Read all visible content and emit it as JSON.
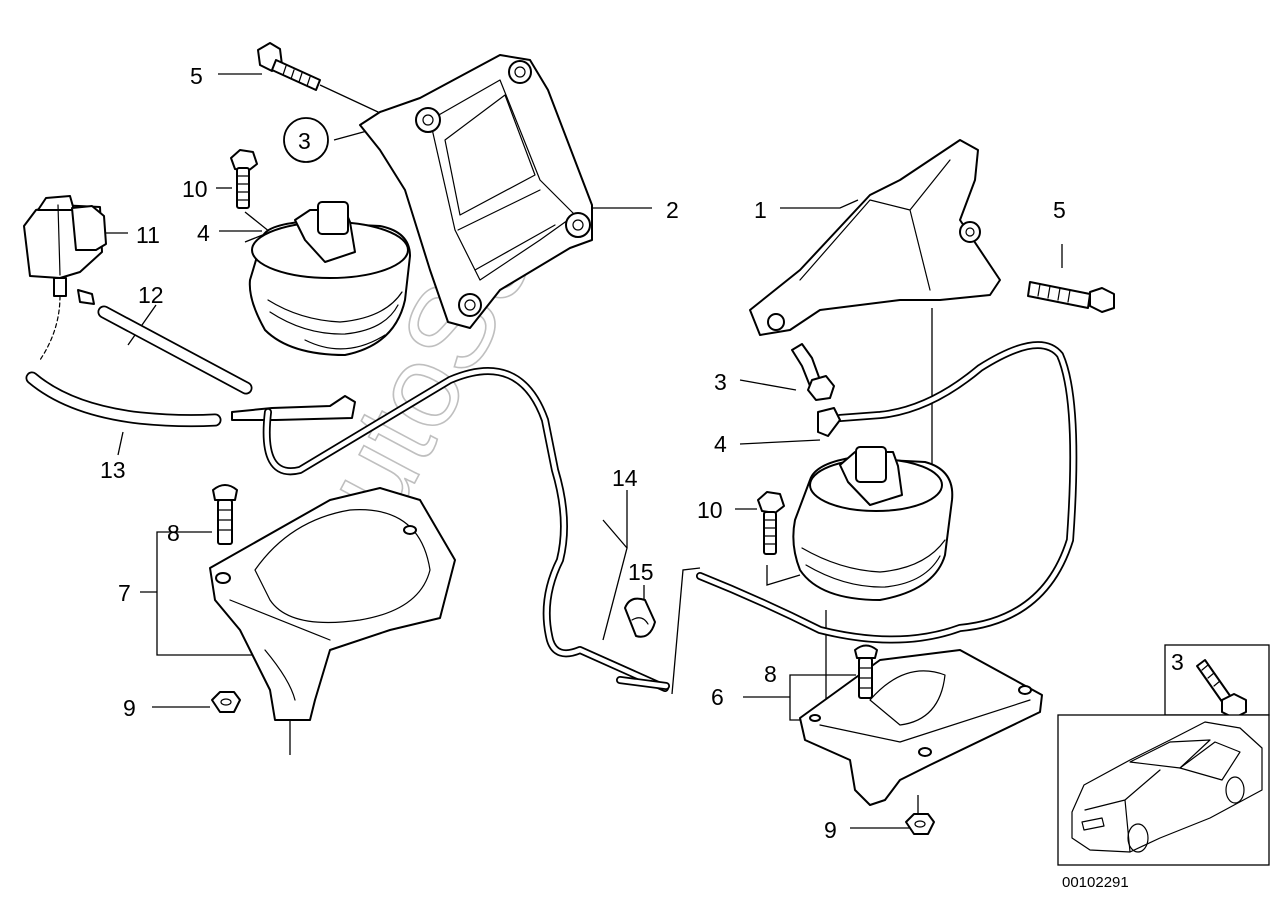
{
  "watermark": "AutoSoft",
  "figure_number": "00102291",
  "callouts": {
    "c5_top": "5",
    "c3_circle": "3",
    "c10_left": "10",
    "c4_left": "4",
    "c11": "11",
    "c12": "12",
    "c13": "13",
    "c2": "2",
    "c1": "1",
    "c5_right": "5",
    "c3_right": "3",
    "c4_right": "4",
    "c10_right": "10",
    "c14": "14",
    "c15": "15",
    "c8_left": "8",
    "c7": "7",
    "c9_left": "9",
    "c8_right": "8",
    "c6": "6",
    "c9_right": "9",
    "c3_inset": "3"
  },
  "icons": {
    "vehicle_inset": "car-silhouette-icon",
    "bolt_inset": "bolt-icon"
  }
}
